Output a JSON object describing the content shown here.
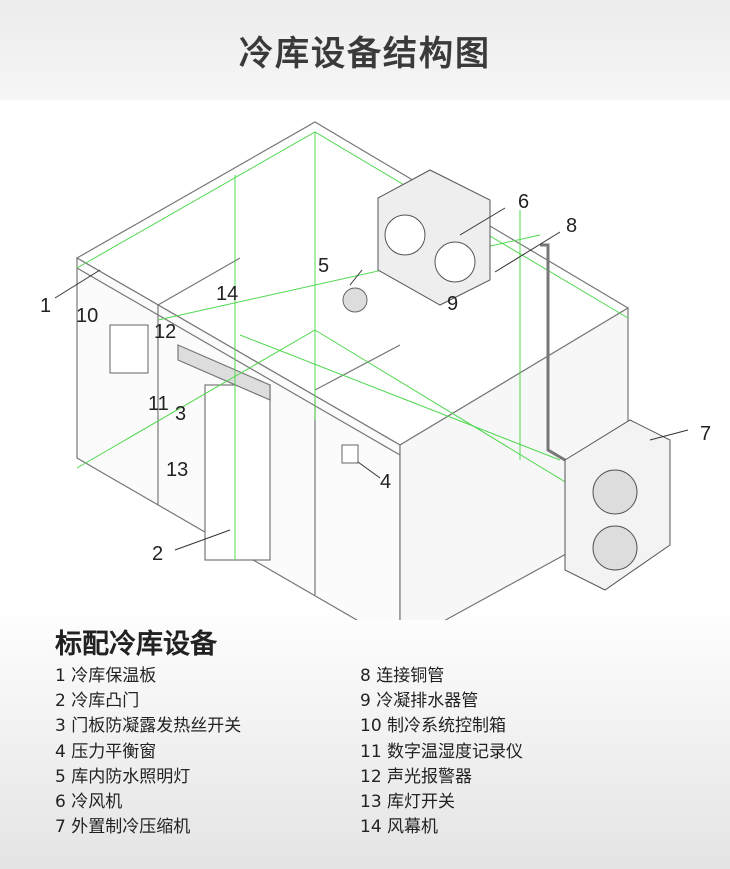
{
  "title": "冷库设备结构图",
  "diagram": {
    "labels": [
      "1",
      "2",
      "3",
      "4",
      "5",
      "6",
      "7",
      "8",
      "9",
      "10",
      "11",
      "12",
      "13",
      "14"
    ],
    "colors": {
      "outline": "#666666",
      "guide": "#4fd84f"
    }
  },
  "section_title": "标配冷库设备",
  "items_left": [
    "1 冷库保温板",
    "2 冷库凸门",
    "3 门板防凝露发热丝开关",
    "4 压力平衡窗",
    "5 库内防水照明灯",
    "6 冷风机",
    "7 外置制冷压缩机"
  ],
  "items_right": [
    "8 连接铜管",
    "9 冷凝排水器管",
    "10 制冷系统控制箱",
    "11 数字温湿度记录仪",
    "12 声光报警器",
    "13 库灯开关",
    "14 风幕机"
  ]
}
